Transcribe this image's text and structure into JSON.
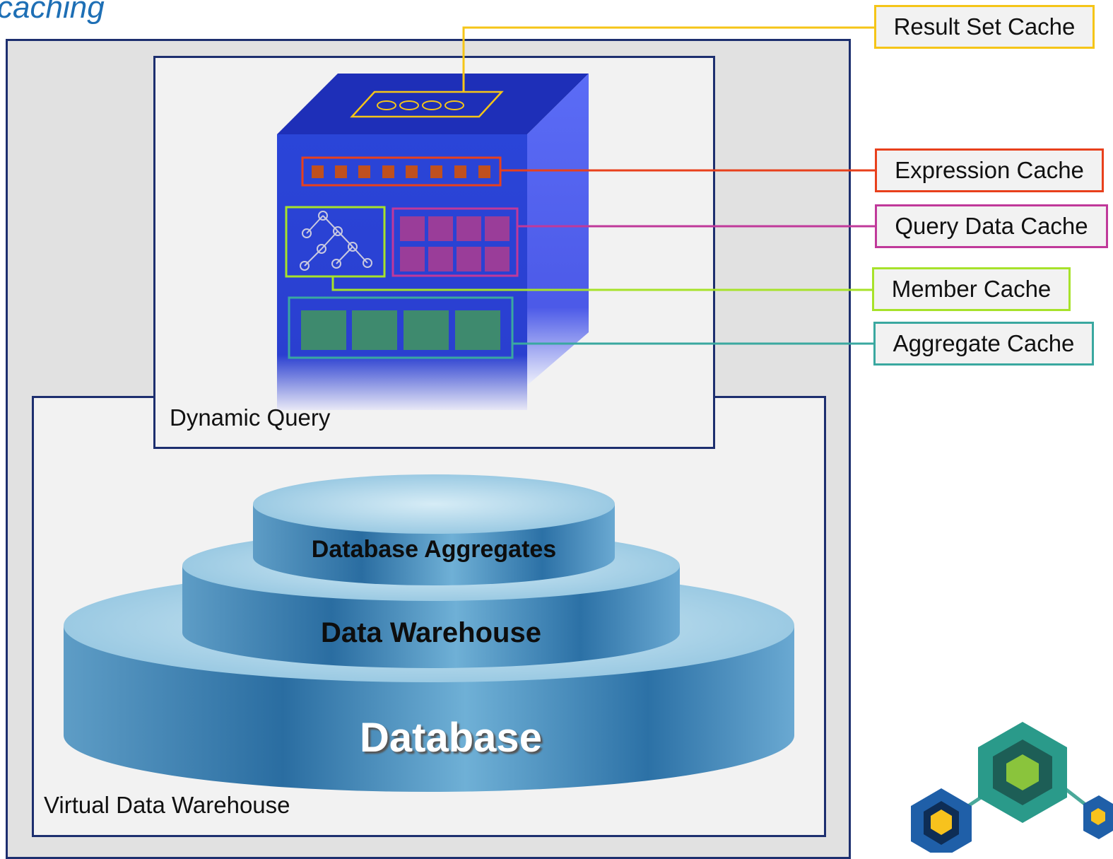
{
  "title": "caching",
  "dynamic_query_label": "Dynamic Query",
  "virtual_dw_label": "Virtual Data Warehouse",
  "callouts": {
    "result_set": "Result Set Cache",
    "expression": "Expression Cache",
    "query_data": "Query Data Cache",
    "member": "Member Cache",
    "aggregate": "Aggregate Cache"
  },
  "tiers": {
    "top": "Database Aggregates",
    "middle": "Data Warehouse",
    "bottom": "Database"
  },
  "colors": {
    "result_set": "#f5c518",
    "expression": "#e8401c",
    "query_data": "#c0399a",
    "member": "#a7e22a",
    "aggregate": "#3aa8a0",
    "frame": "#1d2f6f"
  }
}
